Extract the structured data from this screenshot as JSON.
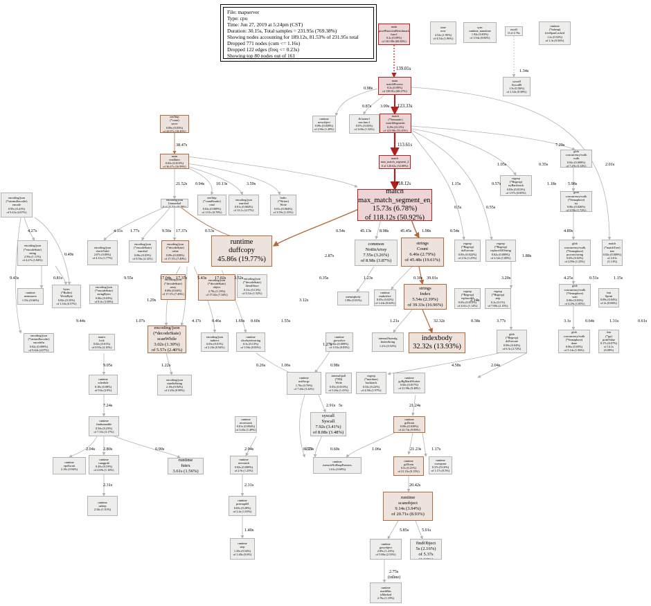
{
  "legend": [
    "File: mapserver",
    "Type: cpu",
    "Time: Jun 27, 2019 at 5:24pm (CST)",
    "Duration: 30.15s, Total samples = 231.95s (769.38%)",
    "Showing nodes accounting for 189.12s, 81.53% of 231.95s total",
    "Dropped 771 nodes (cum <= 1.16s)",
    "Dropped 122 edges (freq <= 0.23s)",
    "Showing top 80 nodes out of 161"
  ],
  "nodes": [
    {
      "id": "pfl",
      "lines": [
        "main",
        "pixelFunctionBenchmark",
        "func1",
        "0.2s (0.09%)",
        "of 141.08s (60.82%)"
      ]
    },
    {
      "id": "time_now",
      "lines": [
        "time",
        "now",
        "4.52s (1.95%)",
        "of 4.54s (1.96%)"
      ]
    },
    {
      "id": "sync_nano",
      "lines": [
        "sync",
        "runtime_nanotime",
        "1.92s (0.83%)",
        "of 1.94s (0.84%)"
      ]
    },
    {
      "id": "runtime_mcall",
      "lines": [
        "runtime",
        "mcall",
        "0 of 2.76s (1.19%)"
      ]
    },
    {
      "id": "fixed_locked",
      "lines": [
        "runtime",
        "(*mheap)",
        "freeSpanLocked",
        "1.2s (0.52%)",
        "of 1.3s (0.56%)"
      ]
    },
    {
      "id": "syscall_syscall6",
      "lines": [
        "syscall",
        "Syscall6",
        "1.3s (0.56%)",
        "of 1.34s (0.58%)"
      ]
    },
    {
      "id": "match_process",
      "lines": [
        "main",
        "matchProcess",
        "0.2s (0.09%)",
        "of 139.81s (60.27%)"
      ]
    },
    {
      "id": "nethttp_conn",
      "lines": [
        "net/http",
        "(*conn)",
        "serve",
        "0.06s (0.03%)",
        "of 42.97s (18.49%)"
      ]
    },
    {
      "id": "runtime_newobj",
      "lines": [
        "runtime",
        "newobject",
        "0.09s (0.039%)",
        "of 2.96s (1.28%)"
      ]
    },
    {
      "id": "handler_func",
      "lines": [
        "&{name}",
        "mw.func1",
        "0.07s (0.03%)",
        "of 3.06s (1.32%)"
      ]
    },
    {
      "id": "match_segments",
      "lines": [
        "match",
        "(*Semantic)",
        "matchSegments",
        "0.29s (0.13%)",
        "of 123.98s (53.45%)"
      ]
    },
    {
      "id": "main_readlines",
      "lines": [
        "main",
        "readlines",
        "0.03s (0.013%)",
        "of 36.47s (16.99%)"
      ]
    },
    {
      "id": "match_segment_en_2",
      "lines": [
        "match",
        "max_match_segment_2",
        "0 of 120.62s (52.00%)"
      ]
    },
    {
      "id": "glob_walk",
      "lines": [
        "glob",
        "concurrency/walk",
        "walk",
        "0.02s (0.009%)",
        "of 7.29s (3.14%)"
      ]
    },
    {
      "id": "json_unmarshal",
      "lines": [
        "encoding/json",
        "Unmarshal",
        "0 of 21.52s (9.28%)"
      ]
    },
    {
      "id": "nethttp_read",
      "lines": [
        "net/http",
        "(*connReader)",
        "read",
        "0.02s (0.009%)",
        "of 1.01s (0.70%)"
      ]
    },
    {
      "id": "json_marshal",
      "lines": [
        "encoding/json",
        "marshal",
        "0.01s (0.004%)",
        "of 13.1s (4.57%)"
      ]
    },
    {
      "id": "bufio_write",
      "lines": [
        "bufio",
        "(*Writer)",
        "Write",
        "0.01s (0.004%)",
        "of 3.59s (1.55%)"
      ]
    },
    {
      "id": "regexp_backtrack",
      "lines": [
        "regexp",
        "(*Regexp)",
        "tryBacktrack",
        "0.03s (0.013%)",
        "of 1.97s (0.85%)"
      ]
    },
    {
      "id": "glob_process",
      "lines": [
        "glob",
        "concurrency/walk",
        "(*Semaphore)",
        "try",
        "0.06s (0.026%)",
        "of 3.98s (1.72%)"
      ]
    },
    {
      "id": "json_encode",
      "lines": [
        "encoding/json",
        "(*streamEncoder)",
        "encode",
        "0.95s (0.41%)",
        "of 9.43s (4.07%)"
      ]
    },
    {
      "id": "match_segment_big",
      "lines": [
        "match",
        "max_match_segment_en_2",
        "15.73s (6.78%)",
        "of 118.12s (50.92%)"
      ]
    },
    {
      "id": "json_checkvalid",
      "lines": [
        "encoding/json",
        "checkValid",
        "2.07s (0.89%)",
        "of 4.11s (1.77%)"
      ]
    },
    {
      "id": "json_decodestate",
      "lines": [
        "encoding/json",
        "(*encodeState)",
        "marshal",
        "0.06s (0.03%)",
        "of 9.56s (4.12%)"
      ]
    },
    {
      "id": "json_value",
      "lines": [
        "encoding/json",
        "(*decodeState)",
        "value",
        "0.09s (0.039%)",
        "of 17.37s (7.49%)"
      ]
    },
    {
      "id": "runtime_duffcopy",
      "lines": [
        "runtime",
        "duffcopy",
        "45.86s (19.77%)"
      ]
    },
    {
      "id": "common_notinarray",
      "lines": [
        "common",
        "NotInArray",
        "7.55s (3.26%)",
        "of 8.98s (3.87%)"
      ]
    },
    {
      "id": "strings_count",
      "lines": [
        "strings",
        "Count",
        "6.46s (2.79%)",
        "of 45.48s (19.61%)"
      ]
    },
    {
      "id": "regexp_doexecute",
      "lines": [
        "regexp",
        "(*Regexp)",
        "doExecute",
        "0.05s (0.022%)",
        "of 2.9s (1.25%)"
      ]
    },
    {
      "id": "regexp_onepass",
      "lines": [
        "regexp",
        "(*Regexp)",
        "replaceAll/String",
        "0.02s (0.009%)",
        "of 2.32s (1.00%)"
      ]
    },
    {
      "id": "glob_processbytes",
      "lines": [
        "glob",
        "concurrency/walk",
        "(*Semaphore)",
        "process/string",
        "0.05s (0.02%)",
        "of 2.89s (1.25%)"
      ]
    },
    {
      "id": "match_tree",
      "lines": [
        "match",
        "(*matchTree)",
        "tree",
        "0.02s (0.009%)",
        "of 2.61s (1.13%)"
      ]
    },
    {
      "id": "json_stringstate",
      "lines": [
        "encoding/json",
        "(*encodeState)",
        "string",
        "2.56s (1.11%)",
        "of 4.27s (1.84%)"
      ]
    },
    {
      "id": "json_stringbytes",
      "lines": [
        "encoding/json",
        "(*encodeState)",
        "stringBytes",
        "0.06s (0.03%)",
        "of 8.4s (3.58%)"
      ]
    },
    {
      "id": "json_arr",
      "lines": [
        "encoding/json",
        "(*decodeState)",
        "array",
        "0.09s (0.04%)",
        "of 17.37s (7.49%)"
      ]
    },
    {
      "id": "json_object",
      "lines": [
        "encoding/json",
        "(*decodeState)",
        "object",
        "2.78s (1.19%)",
        "of 17.02s (7.34%)"
      ]
    },
    {
      "id": "json_literal",
      "lines": [
        "encoding/json",
        "(*decodeState)",
        "literalStore",
        "0.31s (0.13%)",
        "of 3.52s (1.52%)"
      ]
    },
    {
      "id": "memeqbody",
      "lines": [
        "memeqbody",
        "1.89s (0.81%)"
      ]
    },
    {
      "id": "runtime_makeslice",
      "lines": [
        "runtime",
        "makeslice",
        "0.05s (0.02%)",
        "of 1.44s (0.62%)"
      ]
    },
    {
      "id": "strings_index",
      "lines": [
        "strings",
        "Index",
        "5.54s (2.39%)",
        "of 39.33s (16.96%)"
      ]
    },
    {
      "id": "regexp_step",
      "lines": [
        "regexp",
        "(*Regexp)",
        "step",
        "0.2s (0.1%)",
        "of 7.88s (2.15%)"
      ]
    },
    {
      "id": "regexp_replace",
      "lines": [
        "regexp",
        "(*Regexp)",
        "replaceAll",
        "0.03s (0.013%)",
        "of 2.61s (1.12%)"
      ]
    },
    {
      "id": "runtime_memmove",
      "lines": [
        "runtime",
        "memmove",
        "1.53s (0.66%)"
      ]
    },
    {
      "id": "bytes_writebyte",
      "lines": [
        "bytes",
        "(*Buffer)",
        "WriteByte",
        "0.82s (0.35%)",
        "of 1.33s (0.57%)"
      ]
    },
    {
      "id": "json_compact",
      "lines": [
        "encoding/json",
        "(*encodeState)",
        "encode",
        "0.06s (0.03%)",
        "of 9.16s (3.95%)"
      ]
    },
    {
      "id": "fmt_sprint",
      "lines": [
        "fmt",
        "Sprint",
        "0.09s (0.04%)",
        "of 2s (0.86%)"
      ]
    },
    {
      "id": "fmt_printarg",
      "lines": [
        "fmt",
        "(*pp)",
        "printArg",
        "0.17s (0.07%)",
        "of 1.6s (0.69%)"
      ]
    },
    {
      "id": "glob_walkstring",
      "lines": [
        "glob",
        "concurrency/walk",
        "(*Semaphore)",
        "wait",
        "0.06s (0.03%)",
        "of 4.29s (1.85%)"
      ]
    },
    {
      "id": "json_encodevalue",
      "lines": [
        "encoding/json",
        "(*streamEncoder)",
        "encodeIn",
        "0.02s (0.009%)",
        "of 9.44s (4.07%)"
      ]
    },
    {
      "id": "mutex_lock",
      "lines": [
        "mutex",
        "lock",
        "0.02s (0.01%)",
        "of 0.95s (4.10%)"
      ]
    },
    {
      "id": "json_scanwhile",
      "lines": [
        "encoding/json",
        "(*decodeState)",
        "scanWhile",
        "3.02s (1.30%)",
        "of 5.57s (2.40%)"
      ]
    },
    {
      "id": "json_nextvalue",
      "lines": [
        "encoding/json",
        "indirect",
        "0.03s (0.01%)",
        "of 2.18s (0.94%)"
      ]
    },
    {
      "id": "runtime_slicebytes",
      "lines": [
        "runtime",
        "slicebytetostring",
        "0.3s (0.13%)",
        "of 1.96s (0.85%)"
      ]
    },
    {
      "id": "runtime_growslice",
      "lines": [
        "runtime",
        "growslice",
        "0.02s (0.009%)",
        "of 1.93s (0.83%)"
      ]
    },
    {
      "id": "internal_bytealg",
      "lines": [
        "internal/bytealg",
        "IndexString",
        "1.21s (0.52%)"
      ]
    },
    {
      "id": "indexbody",
      "lines": [
        "indexbody",
        "32.32s (13.93%)"
      ]
    },
    {
      "id": "glob_match",
      "lines": [
        "glob",
        "(*Regexp)",
        "doExecute",
        "0.09s (0.04%)",
        "of 6.3s (2.72%)"
      ]
    },
    {
      "id": "glob_walkfin",
      "lines": [
        "glob",
        "concurrency/walk",
        "(*Semaphore)",
        "done",
        "0.06s (0.03%)",
        "of 5.14s (1.56%)"
      ]
    },
    {
      "id": "fmt_typestring",
      "lines": [
        "fmt",
        "(*pp)",
        "printValue",
        "0.17s (0.07%)",
        "of 14.1s (6.08%)"
      ]
    },
    {
      "id": "runtime_schedule",
      "lines": [
        "runtime",
        "schedule",
        "0.18s (0.08%)",
        "of 9.6s (3.9%)"
      ]
    },
    {
      "id": "runtime_mallocgc",
      "lines": [
        "runtime",
        "mallocgc",
        "1.76s (0.76%)",
        "of 7.46s (3.22%)"
      ]
    },
    {
      "id": "atomic_write",
      "lines": [
        "internal/poll",
        "(*FD)",
        "Write",
        "0.03s (0.013%)",
        "of 3.26s (1.41%)"
      ]
    },
    {
      "id": "regexp_backtrack2",
      "lines": [
        "regexp",
        "(*machine)",
        "backtrack",
        "0.52s (0.22%)",
        "of 4.58s (1.97%)"
      ]
    },
    {
      "id": "runtime_gcbgmark",
      "lines": [
        "runtime",
        "gcBgMarkWorker",
        "0.04s (0.017%)",
        "of 21.98s (9.48%)"
      ]
    },
    {
      "id": "runtime_statsbuild",
      "lines": [
        "encoding/json",
        "stateInString",
        "2.19s (0.94%)",
        "of 2.29s (0.99%)"
      ]
    },
    {
      "id": "runtime_findrunnable",
      "lines": [
        "runtime",
        "findrunnable",
        "0.54s (0.23%)",
        "of 7.35s (3.17%)"
      ]
    },
    {
      "id": "runtime_memstack",
      "lines": [
        "runtime",
        "morestack",
        "0.01s (0.004%)",
        "of 3.46s (1.49%)"
      ]
    },
    {
      "id": "syscall_syscall",
      "lines": [
        "syscall",
        "Syscall",
        "7.92s (3.41%)",
        "of 8.08s (3.48%)"
      ]
    },
    {
      "id": "runtime_gcmark",
      "lines": [
        "runtime",
        "gcDrain",
        "0.09s (0.039%)",
        "of 22.74s (9.80%)"
      ]
    },
    {
      "id": "runtime_epollwait",
      "lines": [
        "runtime",
        "epollwait",
        "2.19s (0.94%)"
      ]
    },
    {
      "id": "runtime_runqgrab",
      "lines": [
        "runtime",
        "runqgrab",
        "0.45s (0.19%)",
        "of 2.69s (1.16%)"
      ]
    },
    {
      "id": "runtime_futex",
      "lines": [
        "runtime",
        "futex",
        "3.61s (1.56%)"
      ]
    },
    {
      "id": "runtime_newstack",
      "lines": [
        "runtime",
        "newstack",
        "0.02s (0.009%)",
        "of 2.9s (1.25%)"
      ]
    },
    {
      "id": "runtime_memclr",
      "lines": [
        "runtime",
        "memclrNoHeapPointers",
        "1.61s (0.69%)"
      ]
    },
    {
      "id": "runtime_gcdrain",
      "lines": [
        "runtime",
        "gcDrain",
        "0.5s (0.21%)",
        "of 21.23s (9.15%)"
      ]
    },
    {
      "id": "runtime_sweepone",
      "lines": [
        "runtime",
        "sweepone",
        "0.37s (0.16%)",
        "of 1.17s (0.5%)"
      ]
    },
    {
      "id": "runtime_usleep",
      "lines": [
        "runtime",
        "usleep",
        "2.34s (1.01%)"
      ]
    },
    {
      "id": "runtime_preempt",
      "lines": [
        "runtime",
        "preemptM",
        "0.65s (0.28%)",
        "of 2.4s (1.03%)"
      ]
    },
    {
      "id": "runtime_scanobject",
      "lines": [
        "runtime",
        "scanobject",
        "9.14s (3.94%)",
        "of 20.71s (8.93%)"
      ]
    },
    {
      "id": "runtime_step",
      "lines": [
        "runtime",
        "step",
        "1.25s (0.54%)",
        "of 1.40s (0.6%)"
      ]
    },
    {
      "id": "runtime_greyobject",
      "lines": [
        "runtime",
        "greyobject",
        "2.85s (1.23%)",
        "of 5.86s (2.53%)"
      ]
    },
    {
      "id": "runtime_findobject",
      "lines": [
        "runtime",
        "findObject",
        "5s (2.16%)",
        "of 5.37s (2.32%)"
      ]
    },
    {
      "id": "runtime_markbits",
      "lines": [
        "runtime",
        "markBits",
        "isMarked",
        "2.76s (1.19%)"
      ]
    }
  ],
  "edge_labels": [
    "139.01s",
    "0.98s",
    "0.87s",
    "3.09s",
    "123.33s",
    "113.61s",
    "118.12s",
    "38.47s",
    "21.52s",
    "0.94s",
    "10.13s",
    "3.59s",
    "1.34s",
    "7.29s",
    "2.01s",
    "1.05s",
    "0.35s",
    "5.98s",
    "1.18s",
    "1.15s",
    "0.57s",
    "0.5s",
    "0.55s",
    "4.27s",
    "0.49s",
    "4.11s",
    "1.77s",
    "9.56s",
    "17.37s",
    "0.53s",
    "0.54s",
    "45.13s",
    "8.98s",
    "45.45s",
    "1.98s",
    "0.54s",
    "4.89s",
    "1.23s",
    "0.30s",
    "39.01s",
    "2.87s",
    "1.88s",
    "3.20s",
    "2.14s",
    "9.43s",
    "0.81s",
    "9.55s",
    "17.04s",
    "17.37s",
    "5.43s",
    "17.02s",
    "3.52s",
    "1.29s",
    "0.35s",
    "3.12s",
    "4.25s",
    "0.51s",
    "1.15s",
    "9.44s",
    "1.07s",
    "4.17s",
    "0.46s",
    "1.69s",
    "0.60s",
    "1.55s",
    "1.21s",
    "32.32s",
    "0.38s",
    "3.77s",
    "3.1s",
    "0.64s",
    "1.31s",
    "0.61s",
    "9.05s",
    "1.22s",
    "0.26s",
    "1.06s",
    "0.98s",
    "1.27s",
    "4.58s",
    "2.04s",
    "7.24s",
    "2.91s",
    "5s",
    "21.24s",
    "2.04s",
    "2.80s",
    "0.90s",
    "2.94s",
    "0.32s",
    "0.77s",
    "0.60s",
    "1.06s",
    "21.23s",
    "1.17s",
    "2.31s",
    "2.31s",
    "20.42s",
    "1.40s",
    "5.85s",
    "5.01s",
    "2.75s",
    "(inline)"
  ]
}
